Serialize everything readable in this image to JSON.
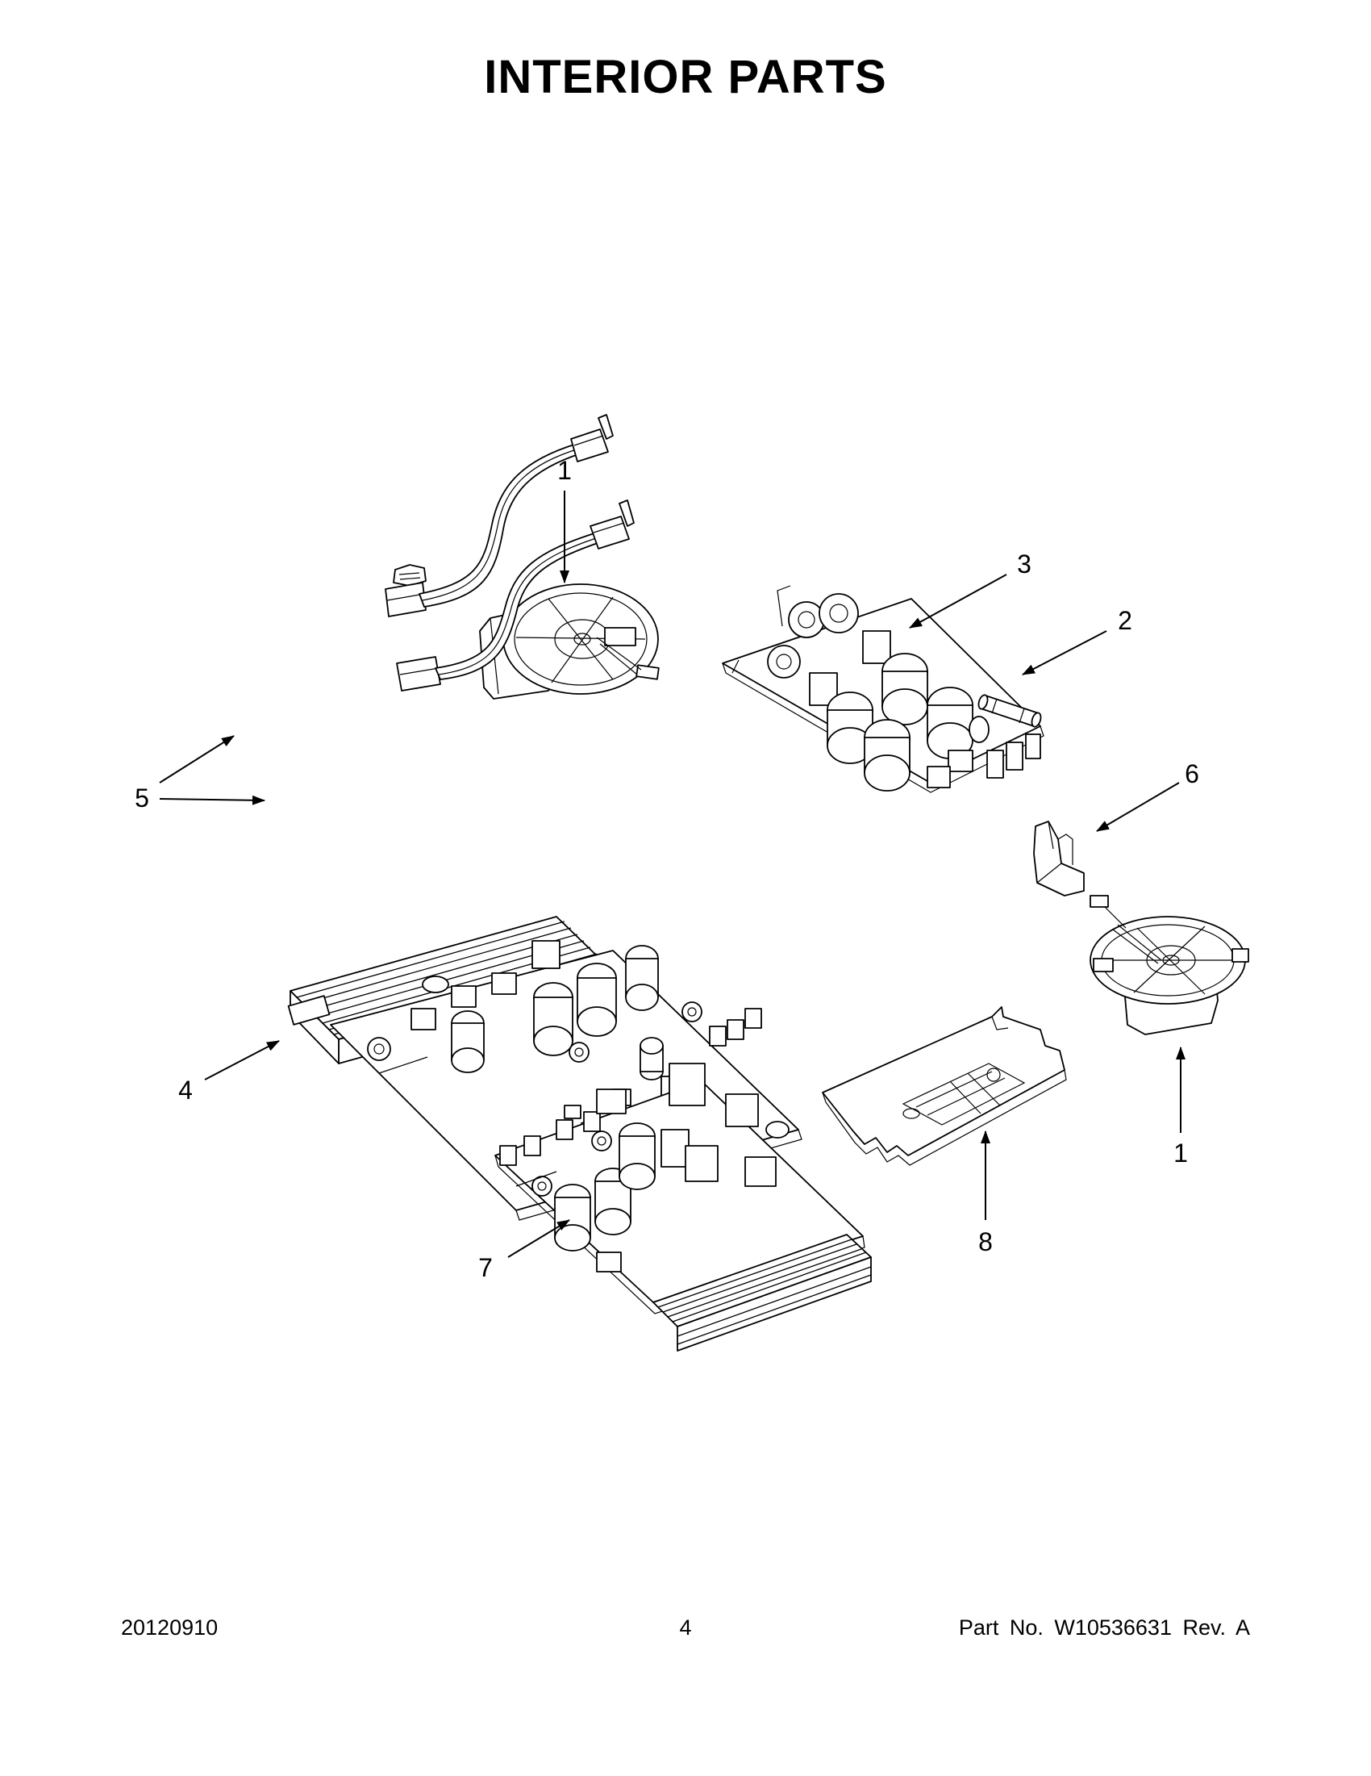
{
  "page": {
    "title": "INTERIOR PARTS",
    "footer": {
      "date": "20120910",
      "page_number": "4",
      "part_number": "Part No.  W10536631  Rev.  A"
    }
  },
  "callouts": [
    {
      "id": "c1a",
      "label": "1"
    },
    {
      "id": "c3",
      "label": "3"
    },
    {
      "id": "c2",
      "label": "2"
    },
    {
      "id": "c5",
      "label": "5"
    },
    {
      "id": "c6",
      "label": "6"
    },
    {
      "id": "c4",
      "label": "4"
    },
    {
      "id": "c1b",
      "label": "1"
    },
    {
      "id": "c7",
      "label": "7"
    },
    {
      "id": "c8",
      "label": "8"
    }
  ]
}
